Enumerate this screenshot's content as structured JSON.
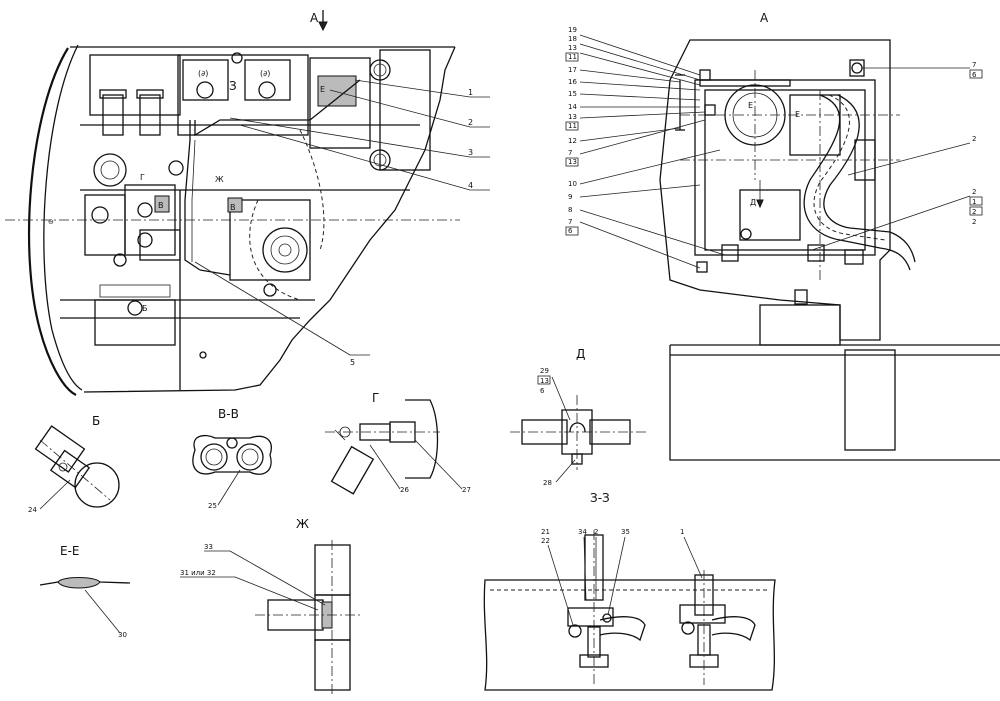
{
  "views": {
    "a_top": "А",
    "a_right": "А",
    "b": "Б",
    "vv": "В-В",
    "g": "Г",
    "d": "Д",
    "ee": "Е-Е",
    "zh": "Ж",
    "zz": "З-З"
  },
  "inline_marks": {
    "z": "З",
    "b": "Б",
    "v": "В",
    "v2": "В",
    "g": "Г",
    "zh": "Ж",
    "e1": "Е",
    "e2": "Е",
    "d": "Д"
  },
  "left_callouts": [
    "1",
    "2",
    "3",
    "4",
    "5"
  ],
  "right_callouts": [
    "19",
    "18",
    "13",
    "11",
    "17",
    "16",
    "15",
    "14",
    "13",
    "11",
    "12",
    "7",
    "13",
    "10",
    "9",
    "8",
    "7",
    "6"
  ],
  "right_side_callouts": [
    "7",
    "6",
    "2",
    "2",
    "1",
    "2",
    "2"
  ],
  "d_callouts": [
    "29",
    "13",
    "6",
    "28"
  ],
  "small_callouts": {
    "b": "24",
    "vv": "25",
    "g1": "26",
    "g2": "27",
    "ee": "30",
    "zh1": "33",
    "zh2": "31 или 32",
    "zz1": "21",
    "zz2": "22",
    "zz3": "34",
    "zz4": "2",
    "zz5": "35",
    "zz6": "1"
  }
}
